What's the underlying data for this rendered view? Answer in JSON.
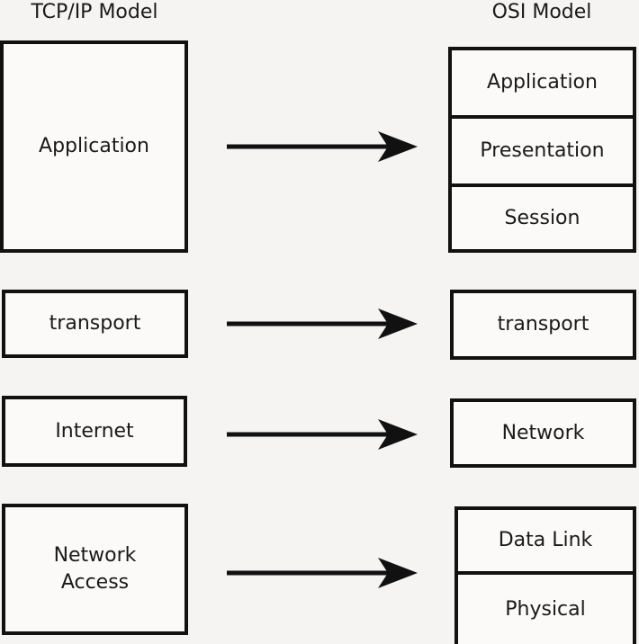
{
  "titles": {
    "left": "TCP/IP Model",
    "right": "OSI Model"
  },
  "tcpip": {
    "layers": [
      {
        "label": "Application"
      },
      {
        "label": "transport"
      },
      {
        "label": "Internet"
      },
      {
        "label": "Network Access"
      }
    ]
  },
  "osi": {
    "layers": [
      {
        "label": "Application"
      },
      {
        "label": "Presentation"
      },
      {
        "label": "Session"
      },
      {
        "label": "transport"
      },
      {
        "label": "Network"
      },
      {
        "label": "Data Link"
      },
      {
        "label": "Physical"
      }
    ]
  },
  "mappings": [
    {
      "from": "Application",
      "to": "Application / Presentation / Session"
    },
    {
      "from": "transport",
      "to": "transport"
    },
    {
      "from": "Internet",
      "to": "Network"
    },
    {
      "from": "Network Access",
      "to": "Data Link / Physical"
    }
  ],
  "colors": {
    "background": "#f6f4f3",
    "box_fill": "#fbfaf9",
    "border": "#111111",
    "text": "#1a1a1a"
  }
}
